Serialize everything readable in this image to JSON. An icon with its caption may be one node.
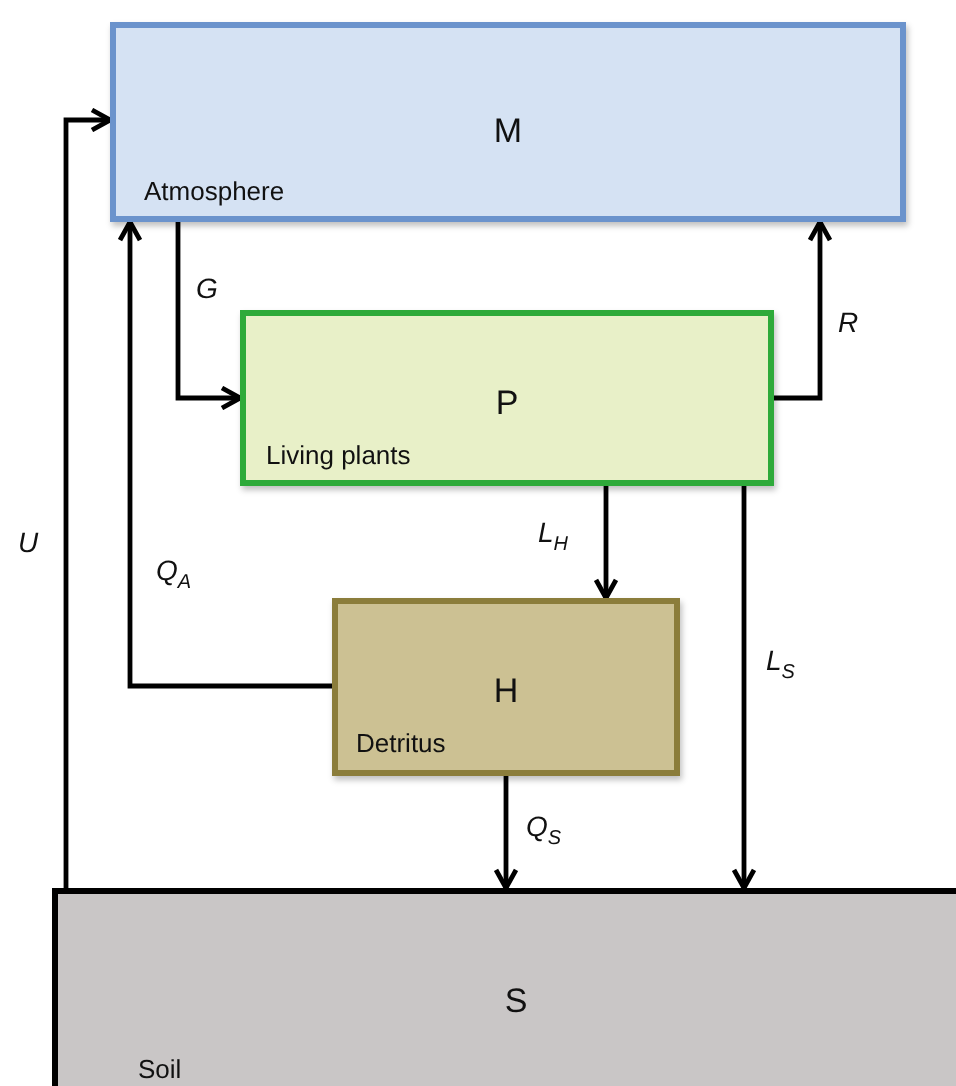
{
  "diagram": {
    "nodes": [
      {
        "text": [
          "M",
          "Atmosphere"
        ]
      },
      {
        "text": [
          "P",
          "Living plants"
        ]
      },
      {
        "text": [
          "H",
          "Detritus"
        ]
      },
      {
        "text": [
          "S",
          "Soil"
        ]
      }
    ],
    "edges": [
      {
        "from": 0,
        "to": 1,
        "arrow": "to",
        "label": "G"
      },
      {
        "from": 1,
        "to": 0,
        "arrow": "to",
        "label": "R"
      },
      {
        "from": 1,
        "to": 2,
        "arrow": "to",
        "label": "L$_{H}$"
      },
      {
        "from": 1,
        "to": 3,
        "arrow": "to",
        "label": "L$_{S}$"
      },
      {
        "from": 2,
        "to": 3,
        "arrow": "to",
        "label": "Q$_{S}$"
      },
      {
        "from": 2,
        "to": 0,
        "arrow": "to",
        "label": "Q$_{A}$"
      },
      {
        "from": 3,
        "to": 0,
        "arrow": "to",
        "label": "U"
      }
    ]
  }
}
